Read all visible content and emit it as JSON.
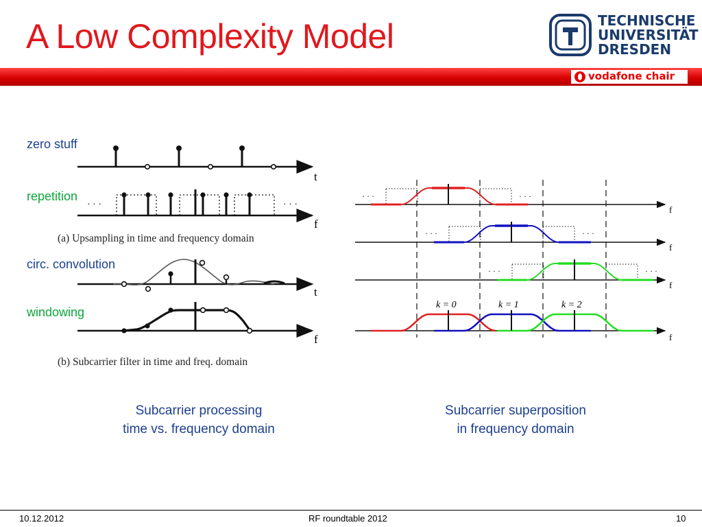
{
  "slide": {
    "title": "A Low Complexity Model",
    "brand": {
      "university_lines": [
        "TECHNISCHE",
        "UNIVERSITÄT",
        "DRESDEN"
      ],
      "chair": "vodafone chair"
    }
  },
  "left_figure": {
    "row_labels": [
      {
        "text": "zero stuff",
        "color": "#1b3f8f"
      },
      {
        "text": "repetition",
        "color": "#0ca63c"
      },
      {
        "text": "circ. convolution",
        "color": "#1b3f8f"
      },
      {
        "text": "windowing",
        "color": "#0ca63c"
      }
    ],
    "axis_labels": [
      "t",
      "f",
      "t",
      "f"
    ],
    "ellipsis": "· · ·",
    "caption_a": "(a)  Upsampling in time and frequency domain",
    "caption_b": "(b)  Subcarrier filter in time and freq. domain"
  },
  "right_figure": {
    "axis_label": "f",
    "ellipsis": "· · ·",
    "subcarriers": [
      {
        "label": "k = 0",
        "color": "#e02020"
      },
      {
        "label": "k = 1",
        "color": "#1010c0"
      },
      {
        "label": "k = 2",
        "color": "#22dd22"
      }
    ]
  },
  "captions": {
    "left_line1": "Subcarrier processing",
    "left_line2": "time vs. frequency domain",
    "right_line1": "Subcarrier superposition",
    "right_line2": "in frequency domain"
  },
  "footer": {
    "date": "10.12.2012",
    "event": "RF roundtable 2012",
    "page": "10"
  }
}
